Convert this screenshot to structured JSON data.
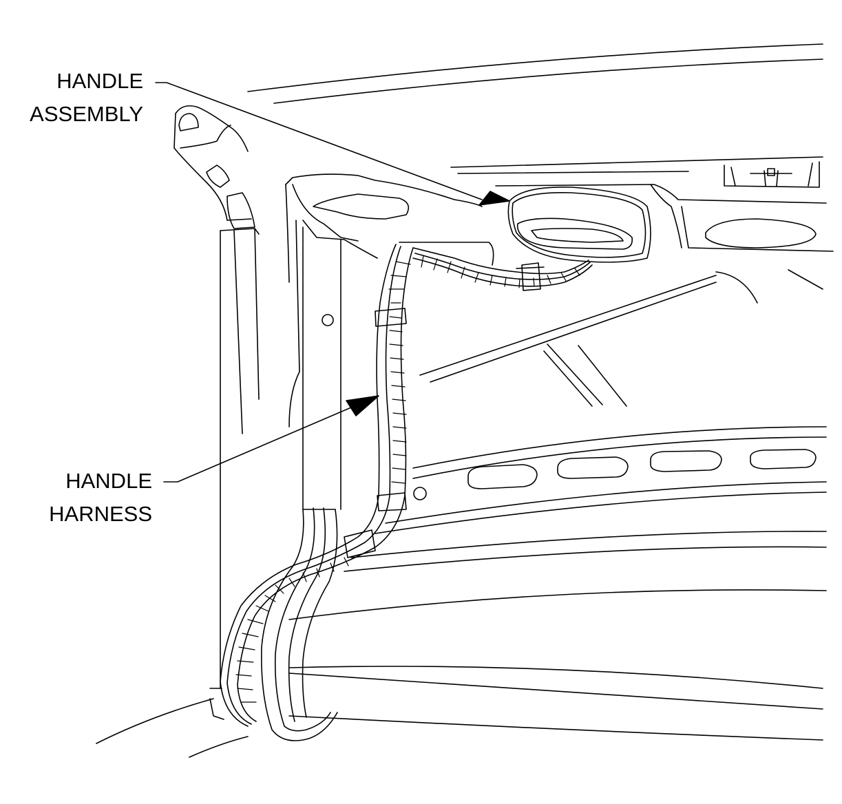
{
  "callouts": {
    "handle_assembly": {
      "line1": "HANDLE",
      "line2": "ASSEMBLY"
    },
    "handle_harness": {
      "line1": "HANDLE",
      "line2": "HARNESS"
    }
  },
  "colors": {
    "line": "#000000",
    "background": "#ffffff"
  }
}
